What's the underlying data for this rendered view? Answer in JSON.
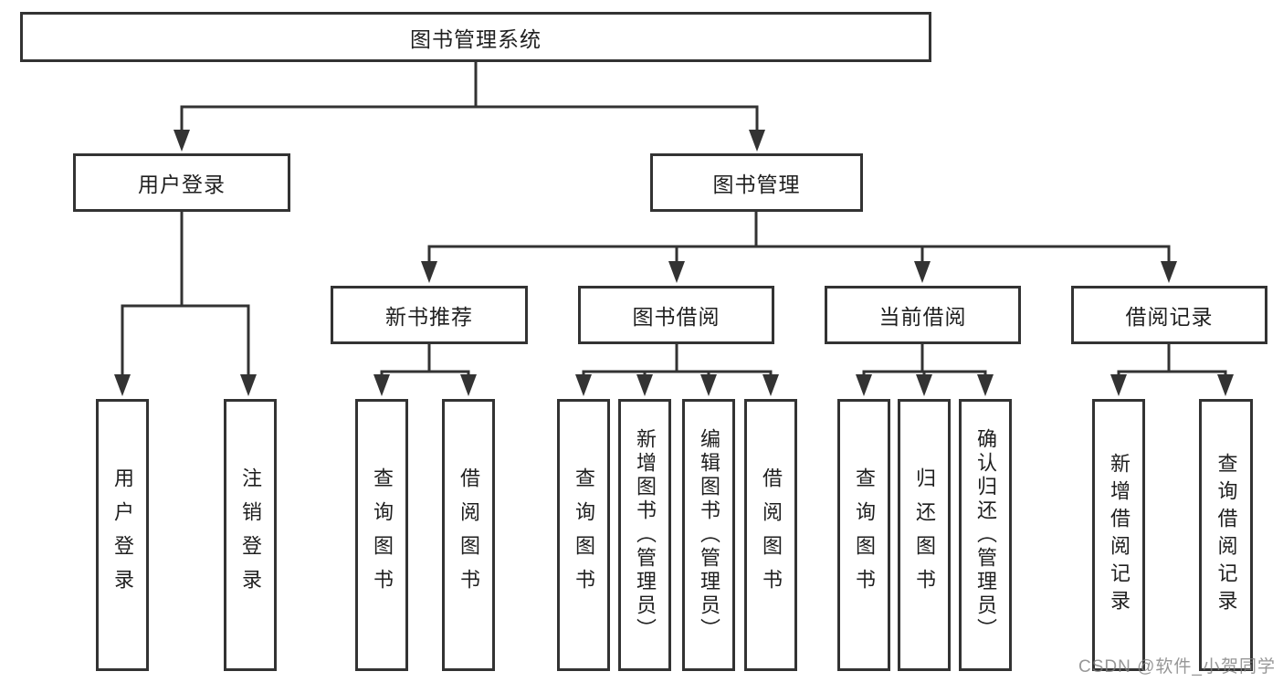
{
  "tree": {
    "label": "图书管理系统",
    "children": [
      {
        "label": "用户登录",
        "children": [
          {
            "label": "用户登录"
          },
          {
            "label": "注销登录"
          }
        ]
      },
      {
        "label": "图书管理",
        "children": [
          {
            "label": "新书推荐",
            "children": [
              {
                "label": "查询图书"
              },
              {
                "label": "借阅图书"
              }
            ]
          },
          {
            "label": "图书借阅",
            "children": [
              {
                "label": "查询图书"
              },
              {
                "label": "新增图书（管理员）"
              },
              {
                "label": "编辑图书（管理员）"
              },
              {
                "label": "借阅图书"
              }
            ]
          },
          {
            "label": "当前借阅",
            "children": [
              {
                "label": "查询图书"
              },
              {
                "label": "归还图书"
              },
              {
                "label": "确认归还（管理员）"
              }
            ]
          },
          {
            "label": "借阅记录",
            "children": [
              {
                "label": "新增借阅记录"
              },
              {
                "label": "查询借阅记录"
              }
            ]
          }
        ]
      }
    ]
  },
  "watermark": "CSDN @软件_小贺同学",
  "colors": {
    "line": "#333333",
    "text": "#1f1f1f",
    "watermark": "#7d7d7d",
    "background": "#ffffff"
  }
}
